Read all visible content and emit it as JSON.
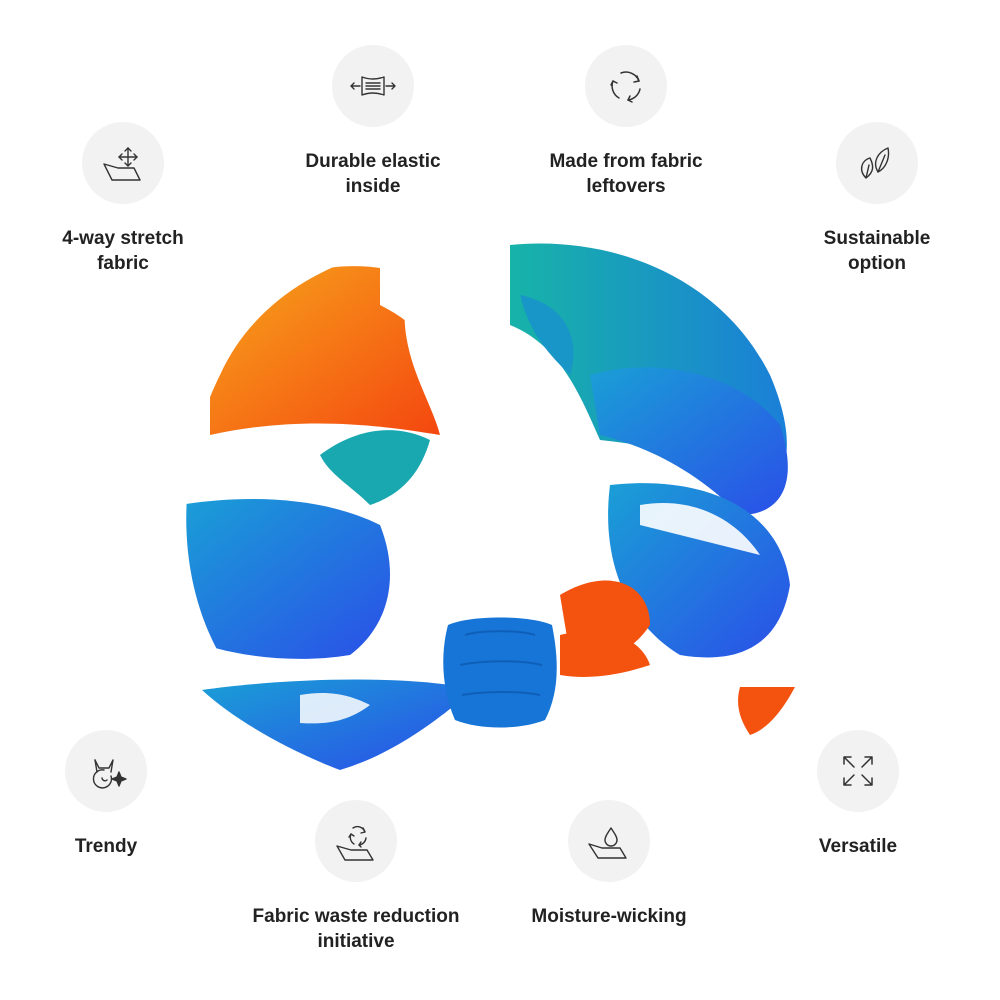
{
  "features": [
    {
      "id": "f1",
      "label": "4-way stretch\nfabric",
      "icon": "stretch-arrows-icon"
    },
    {
      "id": "f2",
      "label": "Durable elastic\ninside",
      "icon": "elastic-band-icon"
    },
    {
      "id": "f3",
      "label": "Made from fabric\nleftovers",
      "icon": "recycle-icon"
    },
    {
      "id": "f4",
      "label": "Sustainable\noption",
      "icon": "leaves-icon"
    },
    {
      "id": "f5",
      "label": "Trendy",
      "icon": "trendy-sparkle-icon"
    },
    {
      "id": "f6",
      "label": "Fabric waste reduction\ninitiative",
      "icon": "fabric-recycle-icon"
    },
    {
      "id": "f7",
      "label": "Moisture-wicking",
      "icon": "water-drop-icon"
    },
    {
      "id": "f8",
      "label": "Versatile",
      "icon": "expand-arrows-icon"
    }
  ],
  "product": {
    "name": "scrunchie",
    "colors": {
      "orange": "#f55a12",
      "yellow": "#f7a51c",
      "blue": "#1f6fe6",
      "teal": "#19a8b0",
      "white": "#ffffff"
    }
  }
}
